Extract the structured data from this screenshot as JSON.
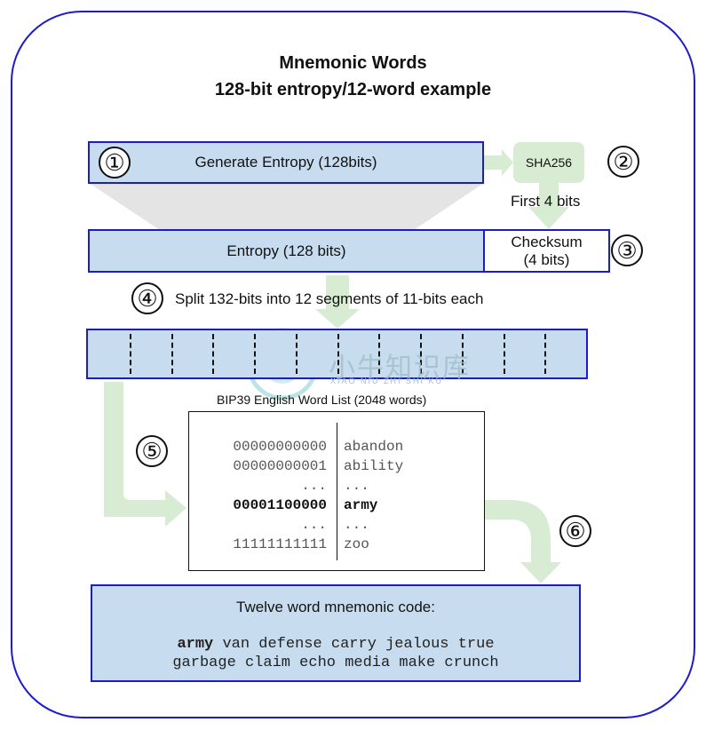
{
  "title": {
    "line1": "Mnemonic Words",
    "line2": "128-bit entropy/12-word example"
  },
  "steps": {
    "s1": "①",
    "s2": "②",
    "s3": "③",
    "s4": "④",
    "s5": "⑤",
    "s6": "⑥"
  },
  "generate_entropy": "Generate Entropy (128bits)",
  "sha256": "SHA256",
  "first_bits": "First 4 bits",
  "entropy": "Entropy (128 bits)",
  "checksum": {
    "line1": "Checksum",
    "line2": "(4 bits)"
  },
  "split_text": "Split 132-bits into 12 segments of 11-bits each",
  "segments": 12,
  "watermark": {
    "main": "小牛知识库",
    "sub": "XIAO NIU ZHI SHI KU"
  },
  "wordlist": {
    "title": "BIP39 English Word List (2048 words)",
    "rows": [
      {
        "index": "00000000000",
        "word": "abandon"
      },
      {
        "index": "00000000001",
        "word": "ability"
      },
      {
        "index": "...",
        "word": "..."
      },
      {
        "index": "00001100000",
        "word": "army"
      },
      {
        "index": "...",
        "word": "..."
      },
      {
        "index": "11111111111",
        "word": "zoo"
      }
    ]
  },
  "mnemonic": {
    "title": "Twelve word mnemonic code:",
    "first_word": "army",
    "line1_rest": " van defense carry jealous true",
    "line2": "garbage claim echo media make crunch"
  },
  "colors": {
    "border": "#1c1ccc",
    "box_fill": "#c8dcf0",
    "arrow": "#d8ecd4",
    "funnel": "#e4e4e4"
  }
}
